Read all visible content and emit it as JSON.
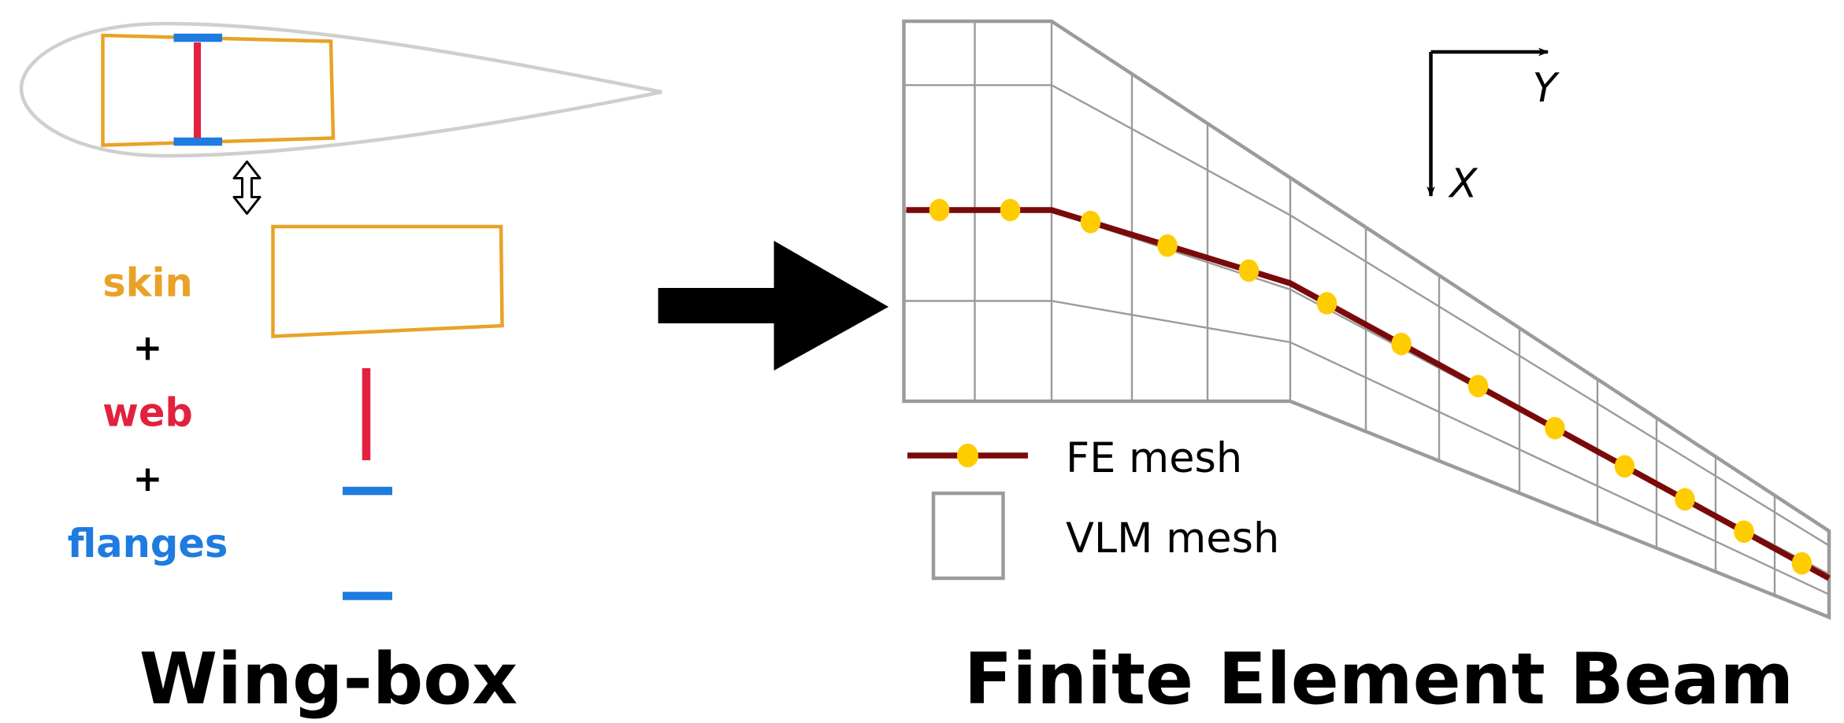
{
  "colors": {
    "skin": "#E9A228",
    "web": "#E2213F",
    "flanges": "#1E7BE0",
    "airfoil": "#CFCFCF",
    "mesh": "#9B9B9B",
    "beam": "#7A0A0A",
    "node": "#FFCC00",
    "text": "#000000"
  },
  "wingbox": {
    "title": "Wing-box",
    "labels": {
      "skin": "skin",
      "plus_1": "+",
      "web": "web",
      "plus_2": "+",
      "flanges": "flanges"
    },
    "arrow_icon": "double-vertical-arrow-icon"
  },
  "transform_arrow_icon": "right-arrow-icon",
  "fe_beam": {
    "title": "Finite Element Beam",
    "axes": {
      "y": "Y",
      "x": "X"
    },
    "legend": {
      "fe_mesh": "FE mesh",
      "vlm_mesh": "VLM mesh"
    }
  }
}
